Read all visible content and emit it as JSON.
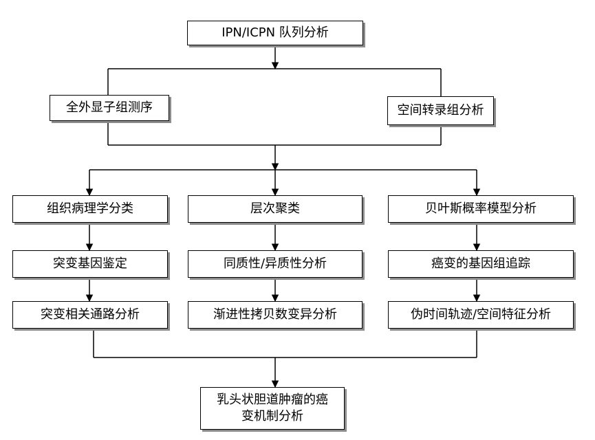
{
  "nodes": {
    "root": "IPN/ICPN 队列分析",
    "wes": "全外显子组测序",
    "st": "空间转录组分析",
    "histo": "组织病理学分类",
    "hclust": "层次聚类",
    "bayes": "贝叶斯概率模型分析",
    "mut_id": "突变基因鉴定",
    "homo_hetero": "同质性/异质性分析",
    "cancer_track": "癌变的基因组追踪",
    "pathway": "突变相关通路分析",
    "cnv": "渐进性拷贝数变异分析",
    "pseudotime": "伪时间轨迹/空间特征分析",
    "result_line1": "乳头状胆道肿瘤的癌",
    "result_line2": "变机制分析"
  },
  "colors": {
    "line": "#000000",
    "box_border": "#000000",
    "box_shadow": "#8c8c8c",
    "background": "#ffffff"
  }
}
